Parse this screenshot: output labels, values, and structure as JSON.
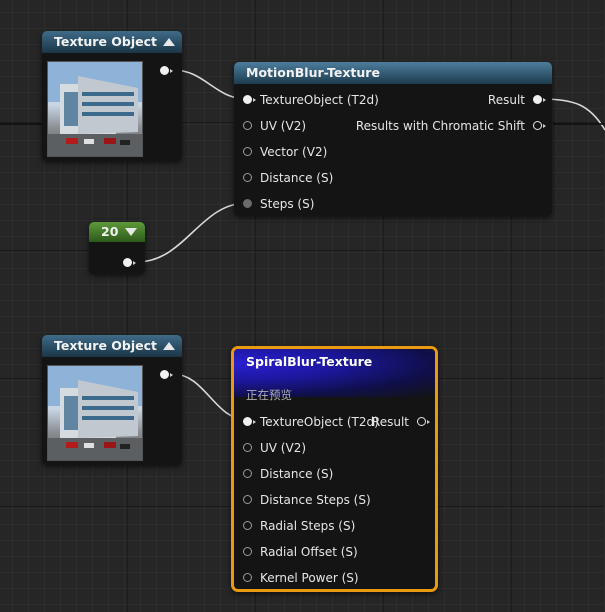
{
  "nodes": {
    "texture_object_1": {
      "title": "Texture Object"
    },
    "texture_object_2": {
      "title": "Texture Object"
    },
    "constant": {
      "value": "20"
    },
    "motion_blur": {
      "title": "MotionBlur-Texture",
      "inputs": [
        "TextureObject (T2d)",
        "UV (V2)",
        "Vector (V2)",
        "Distance (S)",
        "Steps (S)"
      ],
      "outputs": [
        "Result",
        "Results with Chromatic Shift"
      ]
    },
    "spiral_blur": {
      "title": "SpiralBlur-Texture",
      "status": "正在预览",
      "inputs": [
        "TextureObject (T2d)",
        "UV (V2)",
        "Distance (S)",
        "Distance Steps (S)",
        "Radial Steps (S)",
        "Radial Offset (S)",
        "Kernel Power (S)"
      ],
      "outputs": [
        "Result"
      ]
    }
  },
  "colors": {
    "texture_header": "#3f6b89",
    "constant_header": "#5d9a3a",
    "selection_outline": "#e99a10",
    "wire": "#d8d8d8"
  }
}
